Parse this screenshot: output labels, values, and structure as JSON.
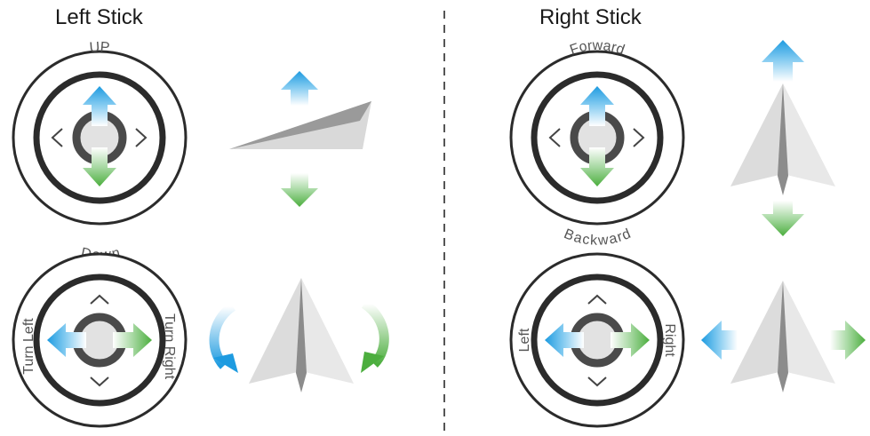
{
  "left_stick": {
    "title": "Left Stick",
    "top_label_up": "UP",
    "top_label_down": "Down",
    "bottom_label_left": "Turn Left",
    "bottom_label_right": "Turn Right"
  },
  "right_stick": {
    "title": "Right Stick",
    "top_label_up": "Forward",
    "top_label_down": "Backward",
    "bottom_label_left": "Left",
    "bottom_label_right": "Right"
  },
  "colors": {
    "blue_arrow": "#1e9be0",
    "green_arrow": "#4cae3e",
    "ring": "#2b2b2b",
    "plane_light": "#dcdcdc",
    "plane_dark": "#9a9a9a",
    "divider": "#555555"
  },
  "icons": {
    "chevron": "chevron-icon",
    "arrow": "direction-arrow-icon",
    "plane": "paper-plane-icon"
  }
}
